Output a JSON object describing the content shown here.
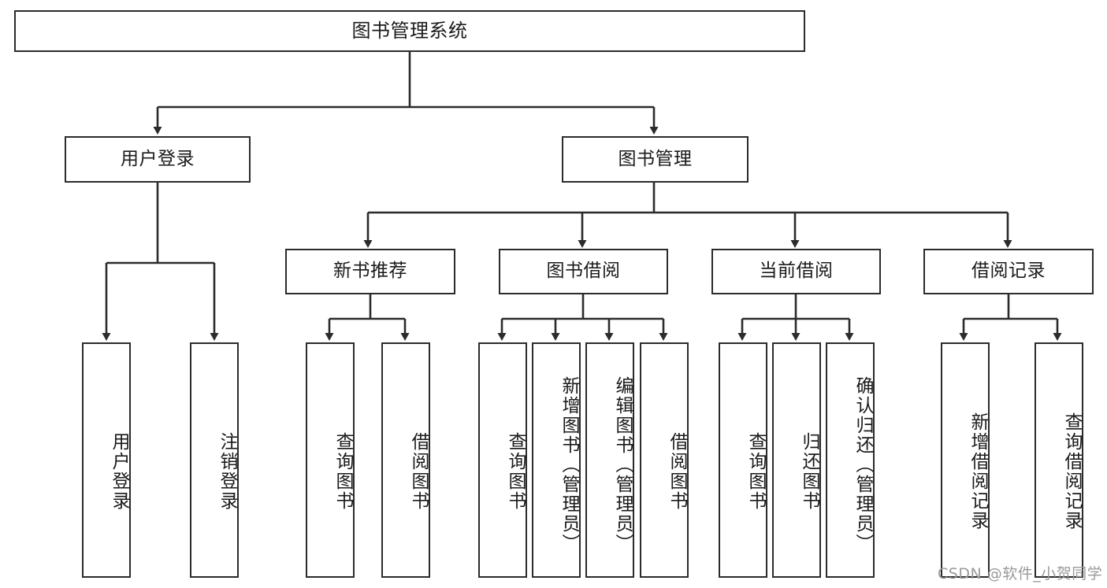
{
  "diagram": {
    "title": "图书管理系统",
    "type": "hierarchy-tree",
    "stroke_color": "#2b2b2b",
    "fill_color": "#ffffff",
    "text_color": "#1a1a1a"
  },
  "root": {
    "label": "图书管理系统"
  },
  "level1": [
    {
      "label": "用户登录"
    },
    {
      "label": "图书管理"
    }
  ],
  "level2": [
    {
      "label": "新书推荐"
    },
    {
      "label": "图书借阅"
    },
    {
      "label": "当前借阅"
    },
    {
      "label": "借阅记录"
    }
  ],
  "leaves": {
    "user_login": [
      {
        "label": "用户登录"
      },
      {
        "label": "注销登录"
      }
    ],
    "new_book_recommend": [
      {
        "label": "查询图书"
      },
      {
        "label": "借阅图书"
      }
    ],
    "book_borrow": [
      {
        "label": "查询图书"
      },
      {
        "label": "新增图书（管理员）"
      },
      {
        "label": "编辑图书（管理员）"
      },
      {
        "label": "借阅图书"
      }
    ],
    "current_borrow": [
      {
        "label": "查询图书"
      },
      {
        "label": "归还图书"
      },
      {
        "label": "确认归还（管理员）"
      }
    ],
    "borrow_record": [
      {
        "label": "新增借阅记录"
      },
      {
        "label": "查询借阅记录"
      }
    ]
  },
  "watermark": {
    "text": "CSDN @软件_小贺同学"
  }
}
